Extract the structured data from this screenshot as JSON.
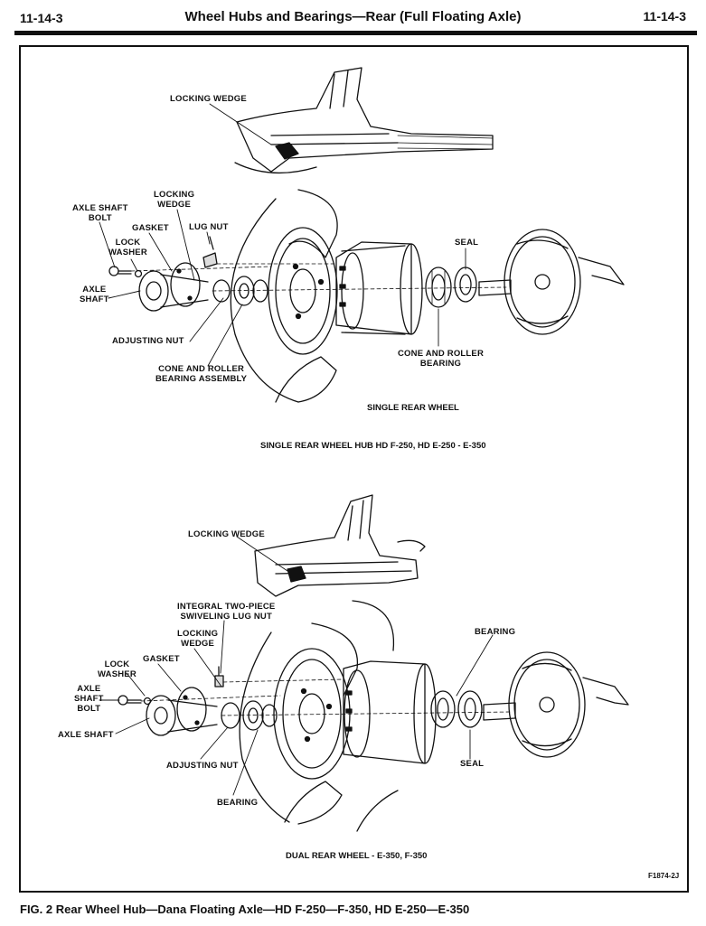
{
  "header": {
    "page_left": "11-14-3",
    "title": "Wheel Hubs and Bearings—Rear (Full Floating Axle)",
    "page_right": "11-14-3"
  },
  "diagram1": {
    "labels": {
      "locking_wedge_top": "LOCKING WEDGE",
      "locking_wedge": "LOCKING\nWEDGE",
      "axle_shaft_bolt": "AXLE SHAFT\nBOLT",
      "gasket": "GASKET",
      "lug_nut": "LUG NUT",
      "lock_washer": "LOCK\nWASHER",
      "axle_shaft": "AXLE\nSHAFT",
      "seal": "SEAL",
      "adjusting_nut": "ADJUSTING NUT",
      "cone_roller_bearing": "CONE AND ROLLER\nBEARING",
      "cone_roller_bearing_assembly": "CONE AND ROLLER\nBEARING ASSEMBLY",
      "single_rear_wheel": "SINGLE REAR WHEEL"
    },
    "caption": "SINGLE REAR WHEEL HUB HD F-250, HD E-250 - E-350"
  },
  "diagram2": {
    "labels": {
      "locking_wedge_top": "LOCKING WEDGE",
      "integral_lug_nut": "INTEGRAL TWO-PIECE\nSWIVELING LUG NUT",
      "locking_wedge": "LOCKING\nWEDGE",
      "bearing_right": "BEARING",
      "gasket": "GASKET",
      "lock_washer": "LOCK\nWASHER",
      "axle_shaft_bolt": "AXLE\nSHAFT\nBOLT",
      "axle_shaft": "AXLE SHAFT",
      "adjusting_nut": "ADJUSTING NUT",
      "seal": "SEAL",
      "bearing_bottom": "BEARING"
    },
    "caption": "DUAL REAR WHEEL - E-350, F-350"
  },
  "figure_ref": "F1874-2J",
  "figure_caption": "FIG. 2  Rear Wheel Hub—Dana Floating Axle—HD F-250—F-350, HD E-250—E-350"
}
